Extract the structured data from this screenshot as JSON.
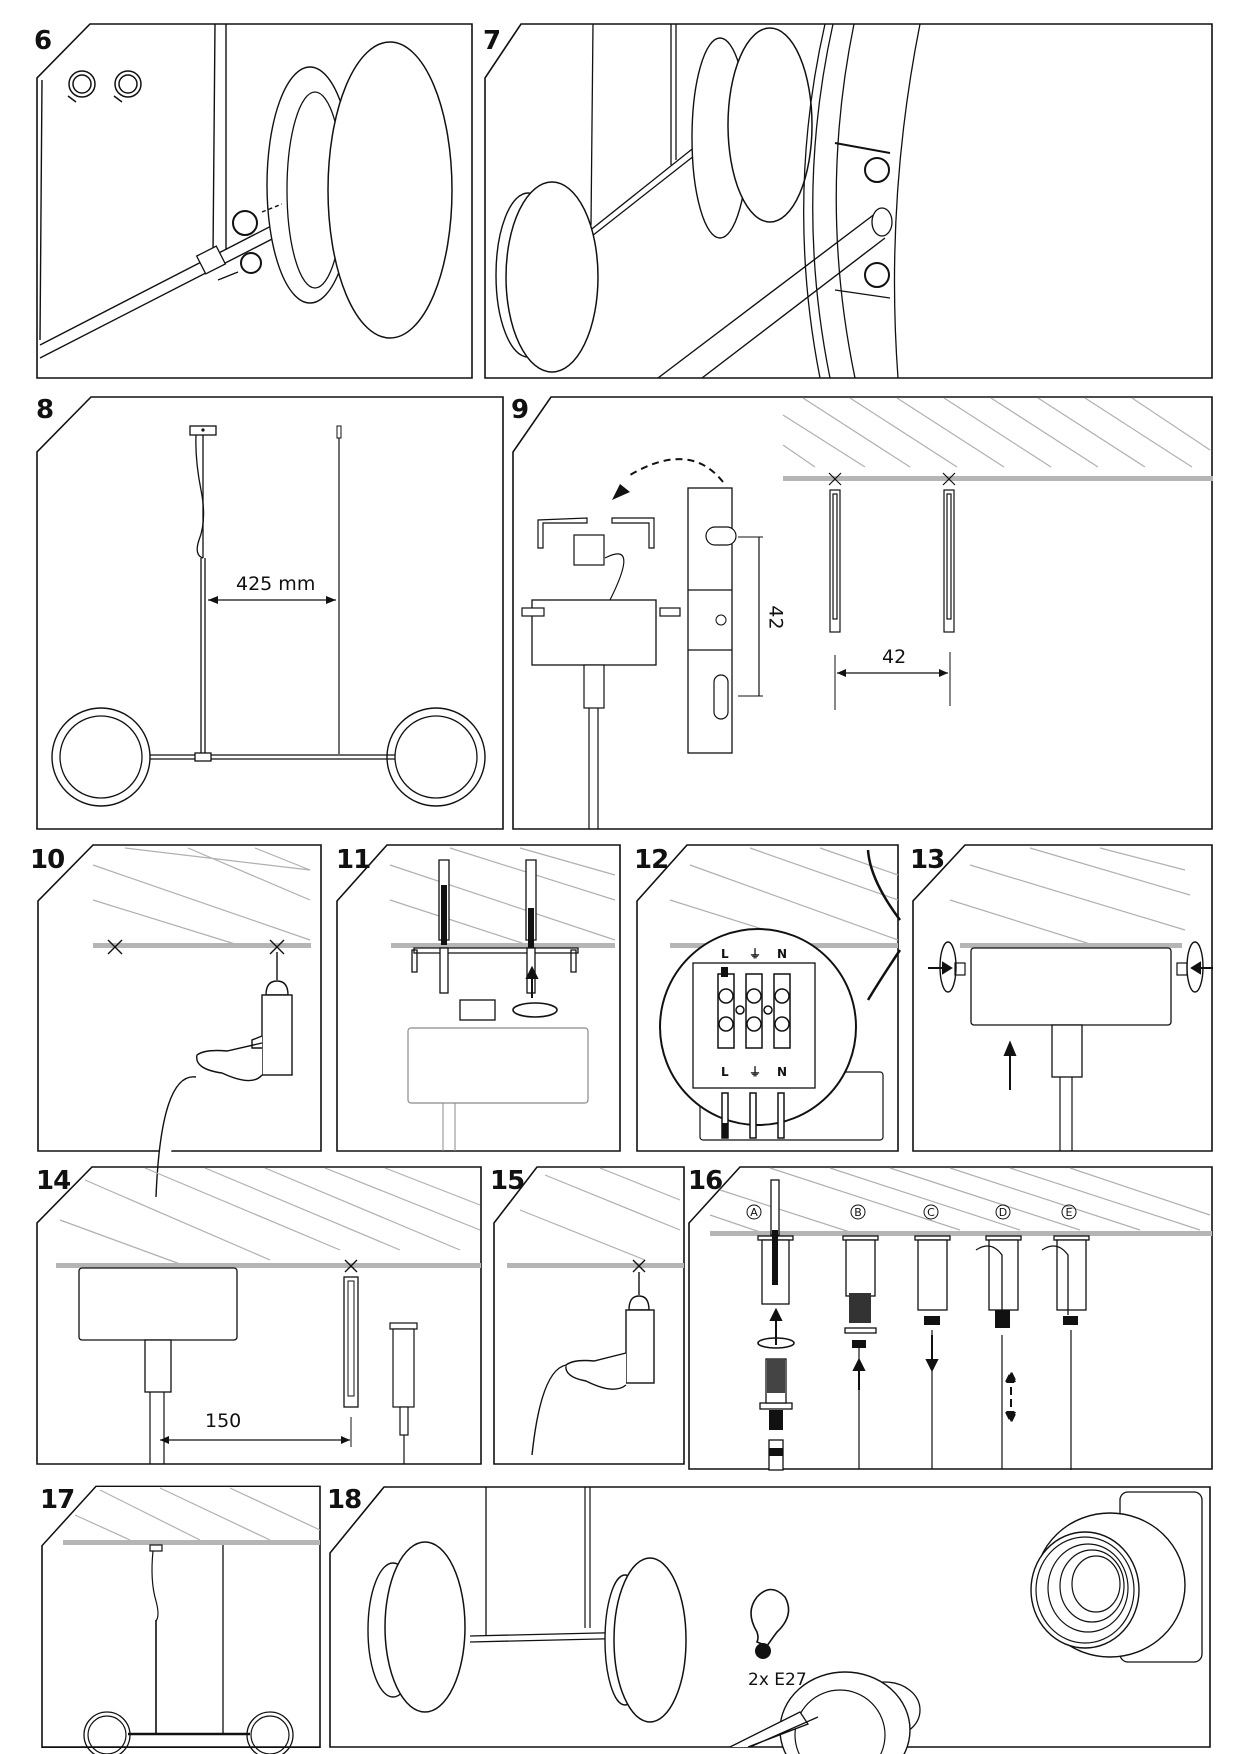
{
  "document": {
    "type": "assembly-instructions",
    "page_steps": [
      "6",
      "7",
      "8",
      "9",
      "10",
      "11",
      "12",
      "13",
      "14",
      "15",
      "16",
      "17",
      "18"
    ]
  },
  "steps": {
    "s6": {
      "number": "6"
    },
    "s7": {
      "number": "7"
    },
    "s8": {
      "number": "8",
      "dimension": "425 mm"
    },
    "s9": {
      "number": "9",
      "dimension_vertical": "42",
      "dimension_horizontal": "42"
    },
    "s10": {
      "number": "10"
    },
    "s11": {
      "number": "11"
    },
    "s12": {
      "number": "12",
      "terminal_labels_top": [
        "L",
        "⏚",
        "N"
      ],
      "terminal_labels_bottom": [
        "L",
        "⏚",
        "N"
      ]
    },
    "s13": {
      "number": "13"
    },
    "s14": {
      "number": "14",
      "dimension": "150"
    },
    "s15": {
      "number": "15"
    },
    "s16": {
      "number": "16",
      "sub_steps": [
        "A",
        "B",
        "C",
        "D",
        "E"
      ]
    },
    "s17": {
      "number": "17"
    },
    "s18": {
      "number": "18",
      "bulb_label": "2x E27"
    }
  },
  "colors": {
    "line": "#111111",
    "ceiling": "#b5b5b5",
    "hatch": "#b0b0b0",
    "ghost": "#8a8a8a"
  }
}
